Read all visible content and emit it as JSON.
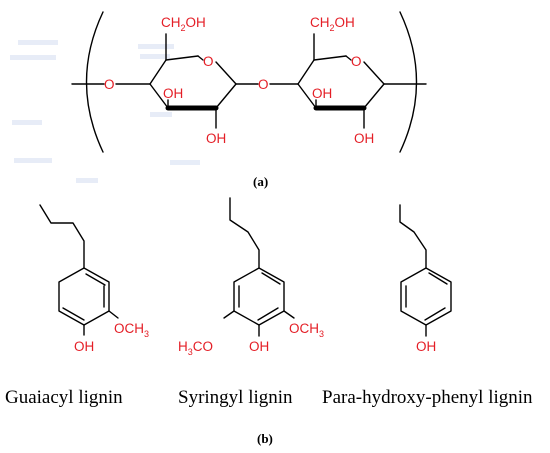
{
  "panel_a": {
    "label": "(a)",
    "ring1": {
      "ch2oh_pre": "CH",
      "ch2oh_sub": "2",
      "ch2oh_post": "OH",
      "oh_c3": "OH",
      "oh_c2": "OH"
    },
    "ring2": {
      "ch2oh_pre": "CH",
      "ch2oh_sub": "2",
      "ch2oh_post": "OH",
      "oh_c3": "OH",
      "oh_c2": "OH"
    },
    "glycosidic_o_left": "O",
    "glycosidic_o_mid": "O",
    "ring1_o": "O",
    "ring2_o": "O"
  },
  "panel_b": {
    "label": "(b)",
    "guaiacyl": {
      "name": "Guaiacyl lignin",
      "oh": "OH",
      "och3_pre": "OCH",
      "och3_sub": "3"
    },
    "syringyl": {
      "name": "Syringyl lignin",
      "oh": "OH",
      "h3co_pre": "H",
      "h3co_sub": "3",
      "h3co_post": "CO",
      "och3_pre": "OCH",
      "och3_sub": "3"
    },
    "hydroxyphenyl": {
      "name": "Para-hydroxy-phenyl lignin",
      "oh": "OH"
    }
  }
}
